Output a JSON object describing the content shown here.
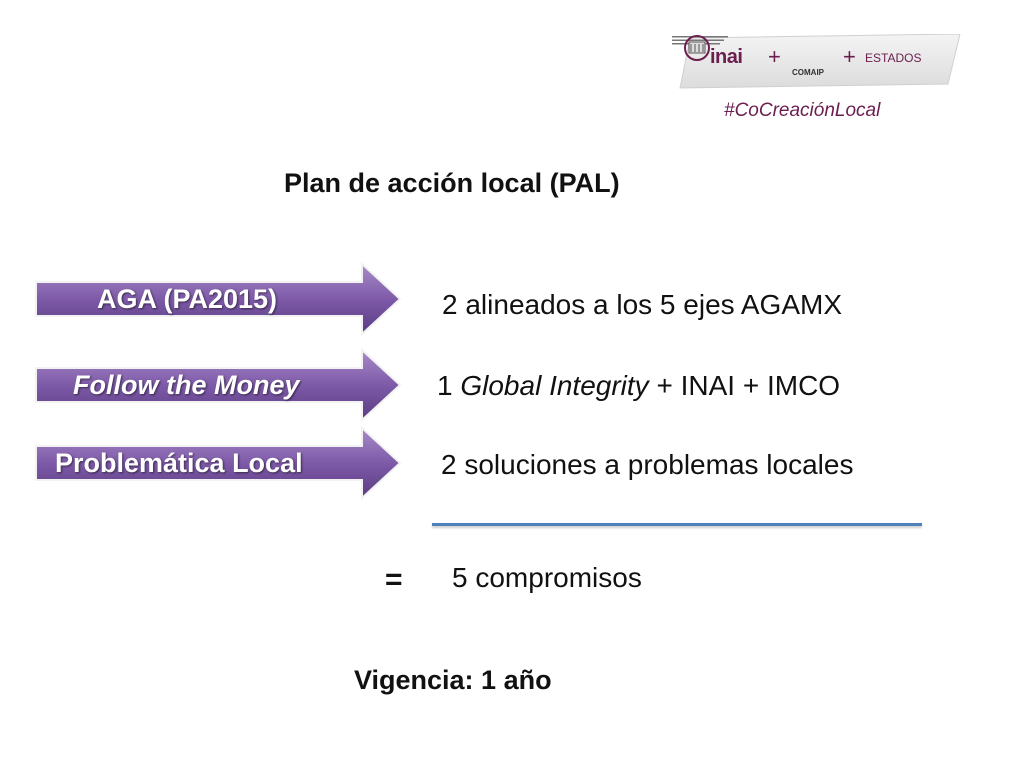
{
  "logo": {
    "inai": "inai",
    "plus": "+",
    "comaip": "COMAIP",
    "estados": "ESTADOS"
  },
  "hashtag": "#CoCreaciónLocal",
  "title": "Plan de acción local (PAL)",
  "rows": [
    {
      "label": "AGA (PA2015)",
      "desc": "2 alineados a los 5 ejes AGAMX"
    },
    {
      "label": "Follow the Money",
      "desc_pre": "1 ",
      "desc_italic": "Global Integrity",
      "desc_post": " + INAI + IMCO"
    },
    {
      "label": "Problemática Local",
      "desc": "2 soluciones a problemas locales"
    }
  ],
  "equals": "=",
  "result": "5 compromisos",
  "vigencia": "Vigencia: 1 año",
  "colors": {
    "arrow_top": "#9b7fc0",
    "arrow_bottom": "#5b3d83",
    "brand": "#6b1e4f",
    "divider": "#4f81bd"
  }
}
